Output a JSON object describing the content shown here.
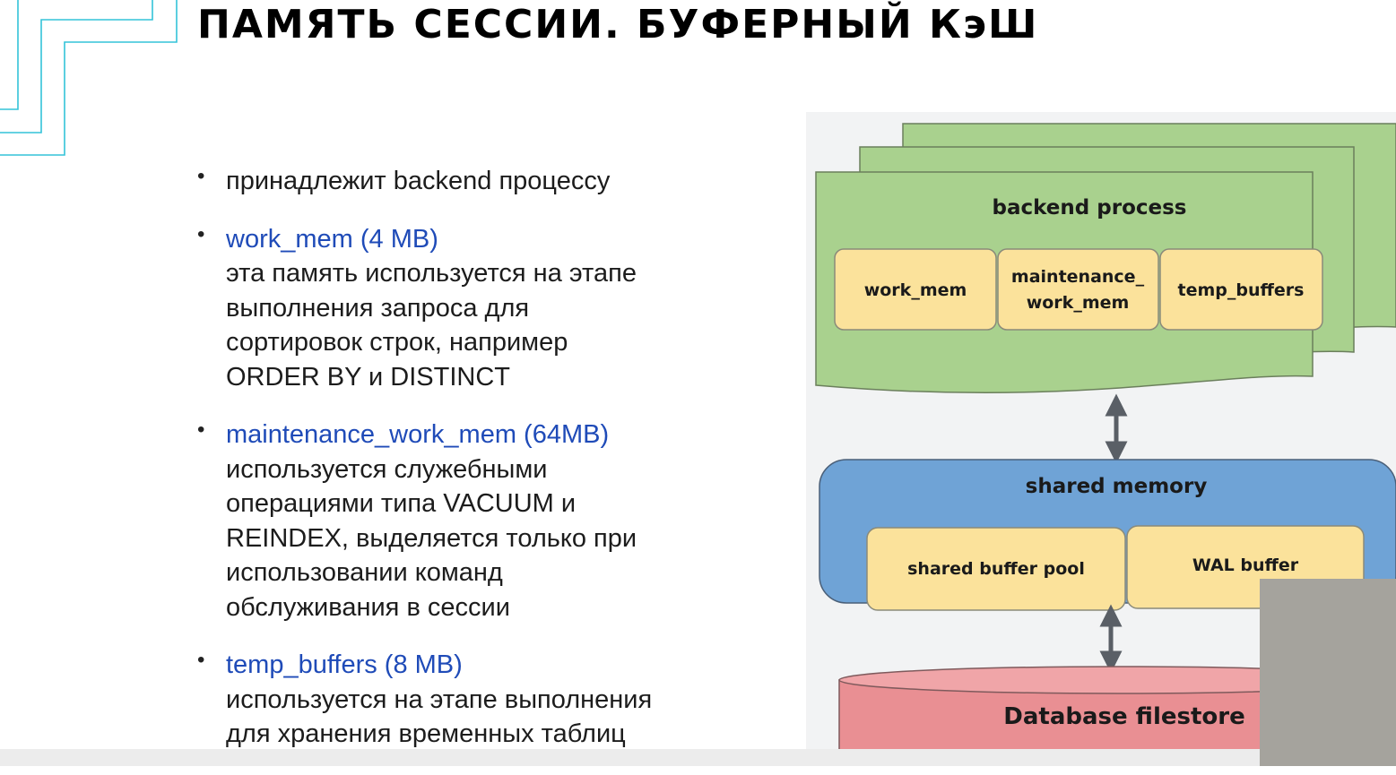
{
  "slide": {
    "title": "ПАМЯТЬ СЕССИИ. БУФЕРНЫЙ КэШ",
    "bullets": [
      {
        "lines": [
          "принадлежит  backend процессу"
        ]
      },
      {
        "param": "work_mem  (4 MB)",
        "lines": [
          "эта память  используется  на этапе",
          "выполнения  запроса для",
          "сортировок строк, например",
          "ORDER BY и DISTINCT"
        ]
      },
      {
        "param": "maintenance_work_mem  (64MB)",
        "lines": [
          "используется  служебными",
          "операциями  типа VACUUM  и",
          "REINDEX, выделяется только при",
          "использовании  команд",
          "обслуживания  в сессии"
        ]
      },
      {
        "param": "temp_buffers  (8 MB)",
        "lines": [
          "используется  на этапе выполнения",
          "для хранения  временных  таблиц"
        ]
      }
    ]
  },
  "diagram": {
    "backend_process": "backend process",
    "backend_boxes": [
      "work_mem",
      "maintenance_",
      "work_mem",
      "temp_buffers"
    ],
    "shared_memory": "shared memory",
    "shared_boxes": [
      "shared buffer pool",
      "WAL buffer"
    ],
    "filestore": "Database filestore"
  },
  "colors": {
    "link": "#1f4bb8",
    "backend_green": "#a9d18e",
    "box_yellow": "#fbe29b",
    "shared_blue": "#6fa3d6",
    "filestore_red": "#e98f93",
    "accent_cyan": "#33c3d9"
  }
}
